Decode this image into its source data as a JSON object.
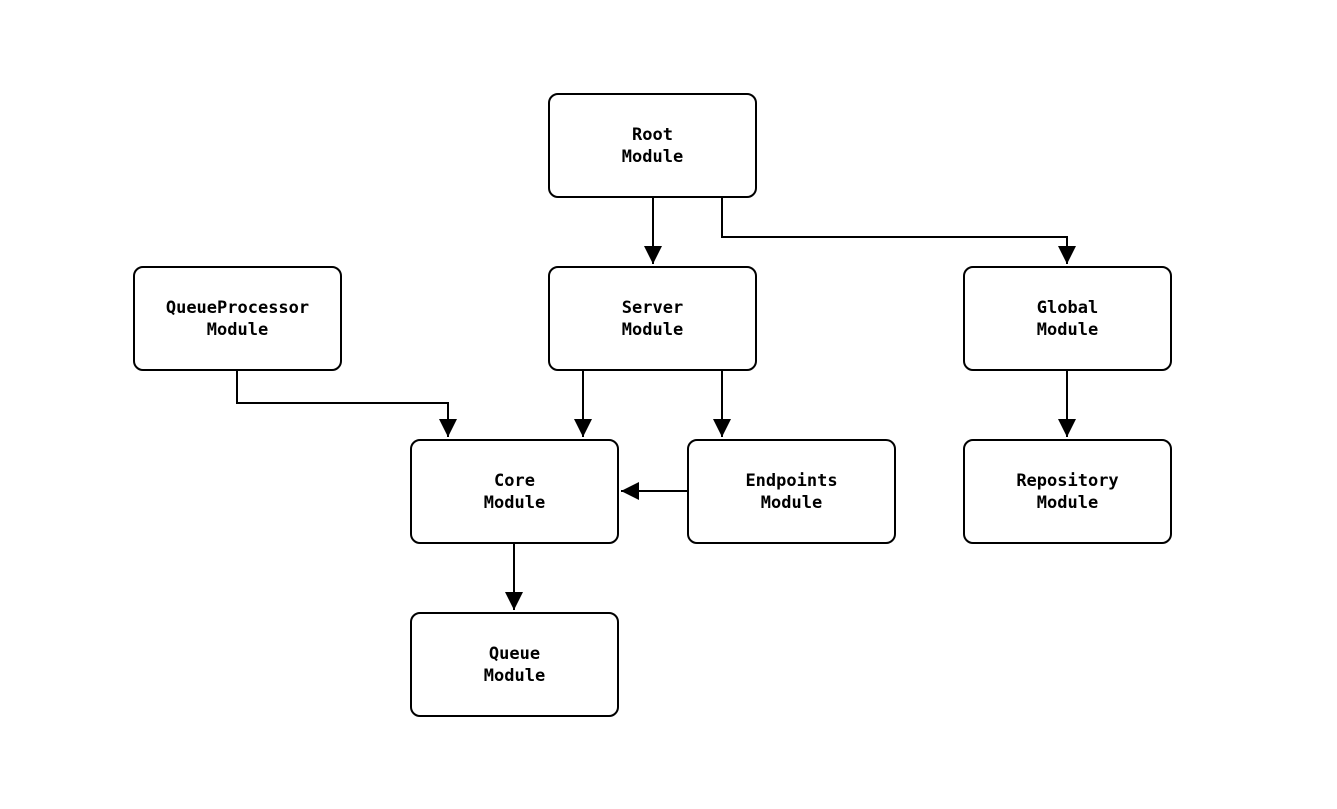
{
  "diagram": {
    "type": "module-dependency-graph",
    "colors": {
      "background": "#ffffff",
      "node_border": "#000000",
      "node_fill": "#ffffff",
      "text": "#000000",
      "arrow": "#000000"
    },
    "nodes": {
      "root": {
        "line1": "Root",
        "line2": "Module"
      },
      "server": {
        "line1": "Server",
        "line2": "Module"
      },
      "global": {
        "line1": "Global",
        "line2": "Module"
      },
      "queueprocessor": {
        "line1": "QueueProcessor",
        "line2": "Module"
      },
      "core": {
        "line1": "Core",
        "line2": "Module"
      },
      "endpoints": {
        "line1": "Endpoints",
        "line2": "Module"
      },
      "repository": {
        "line1": "Repository",
        "line2": "Module"
      },
      "queue": {
        "line1": "Queue",
        "line2": "Module"
      }
    },
    "edges": [
      {
        "from": "root",
        "to": "server"
      },
      {
        "from": "root",
        "to": "global"
      },
      {
        "from": "queueprocessor",
        "to": "core"
      },
      {
        "from": "server",
        "to": "core"
      },
      {
        "from": "server",
        "to": "endpoints"
      },
      {
        "from": "endpoints",
        "to": "core"
      },
      {
        "from": "global",
        "to": "repository"
      },
      {
        "from": "core",
        "to": "queue"
      }
    ]
  }
}
